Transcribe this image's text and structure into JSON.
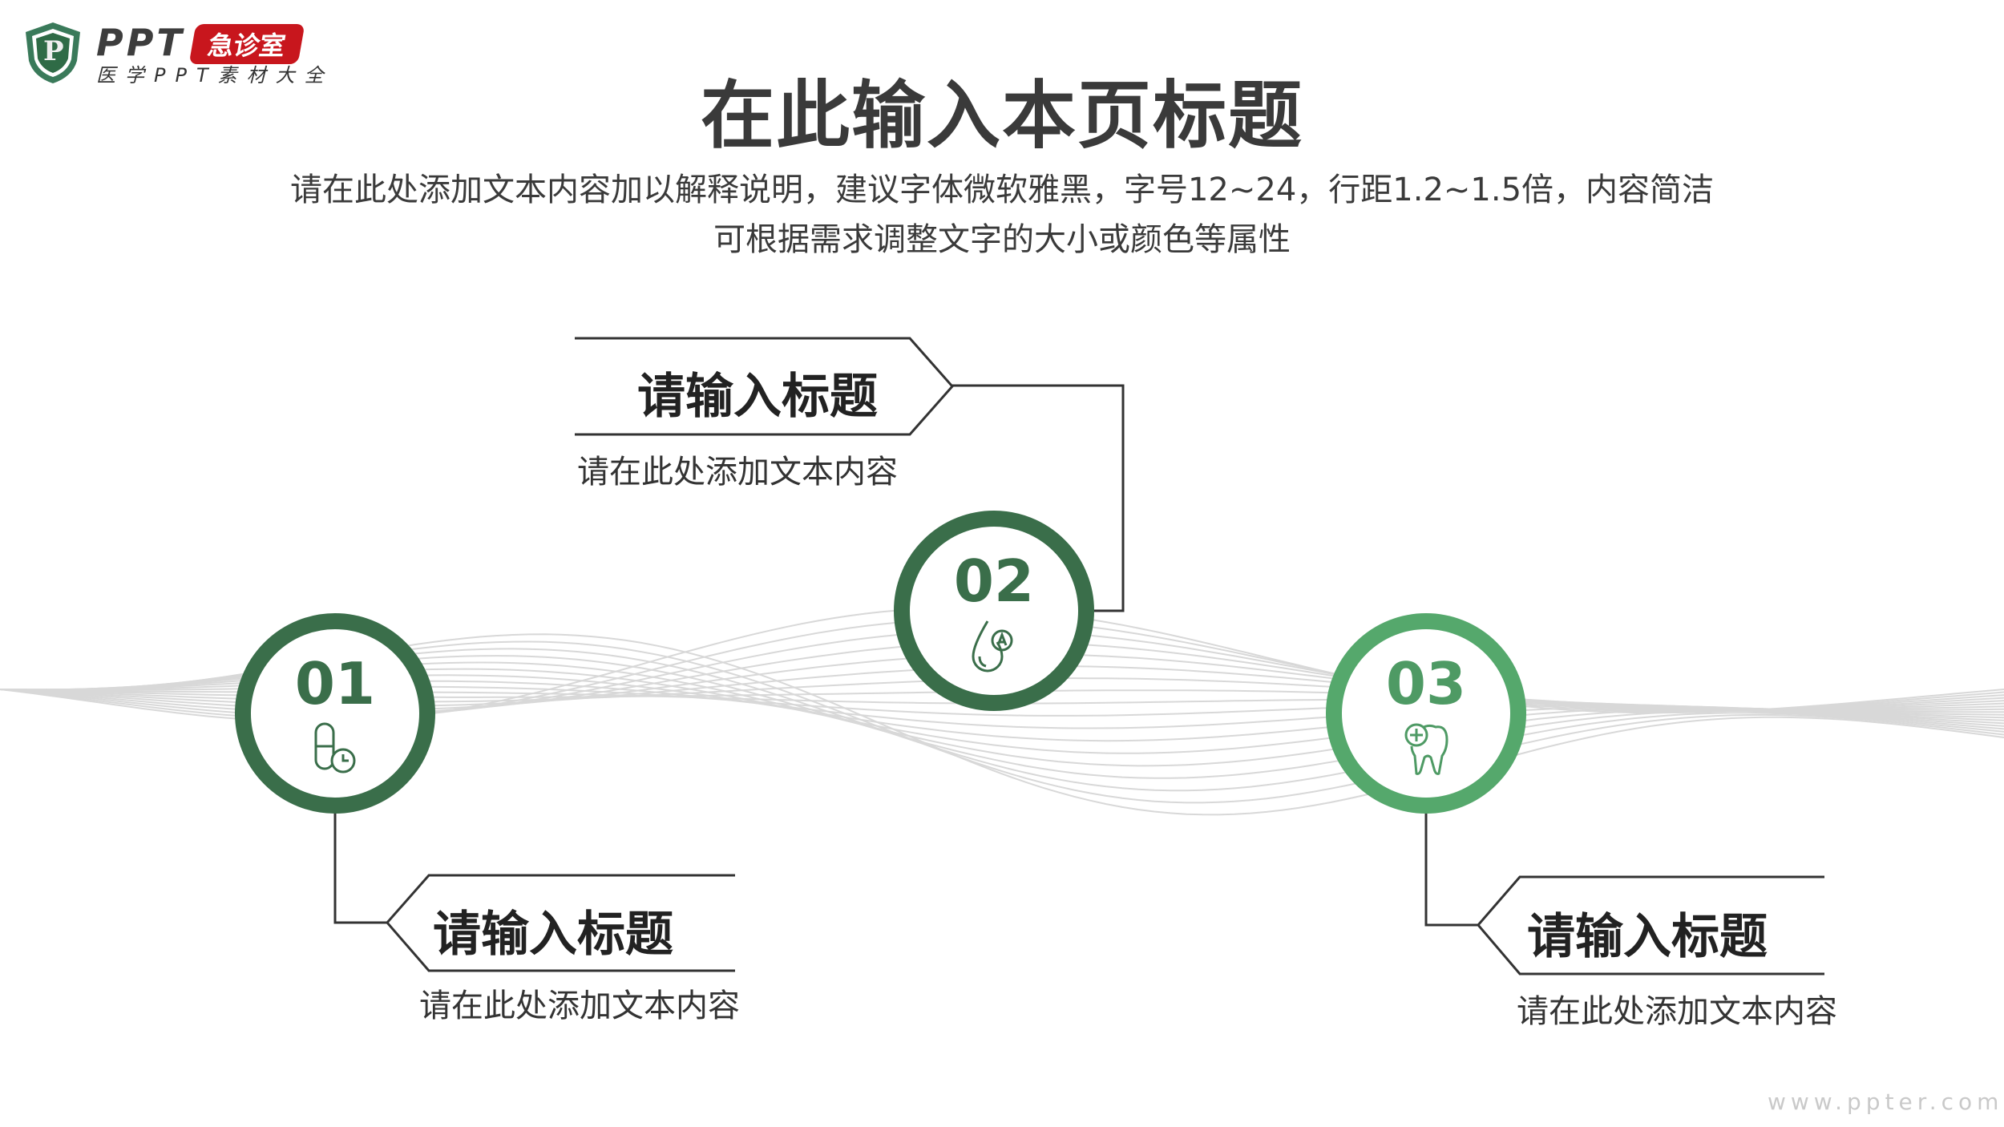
{
  "logo": {
    "brand": "PPT",
    "badge": "急诊室",
    "tagline": "医学PPT素材大全",
    "shield_letter": "P"
  },
  "header": {
    "title": "在此输入本页标题",
    "subtitle_line1": "请在此处添加文本内容加以解释说明，建议字体微软雅黑，字号12~24，行距1.2~1.5倍，内容简洁",
    "subtitle_line2": "可根据需求调整文字的大小或颜色等属性"
  },
  "steps": [
    {
      "number": "01",
      "icon": "pill-clock-icon",
      "title": "请输入标题",
      "desc": "请在此处添加文本内容",
      "color": "#3a6e4a"
    },
    {
      "number": "02",
      "icon": "drop-vitamin-icon",
      "title": "请输入标题",
      "desc": "请在此处添加文本内容",
      "color": "#3a6e4a"
    },
    {
      "number": "03",
      "icon": "tooth-plus-icon",
      "title": "请输入标题",
      "desc": "请在此处添加文本内容",
      "color": "#55a86c"
    }
  ],
  "watermark": "www.ppter.com"
}
